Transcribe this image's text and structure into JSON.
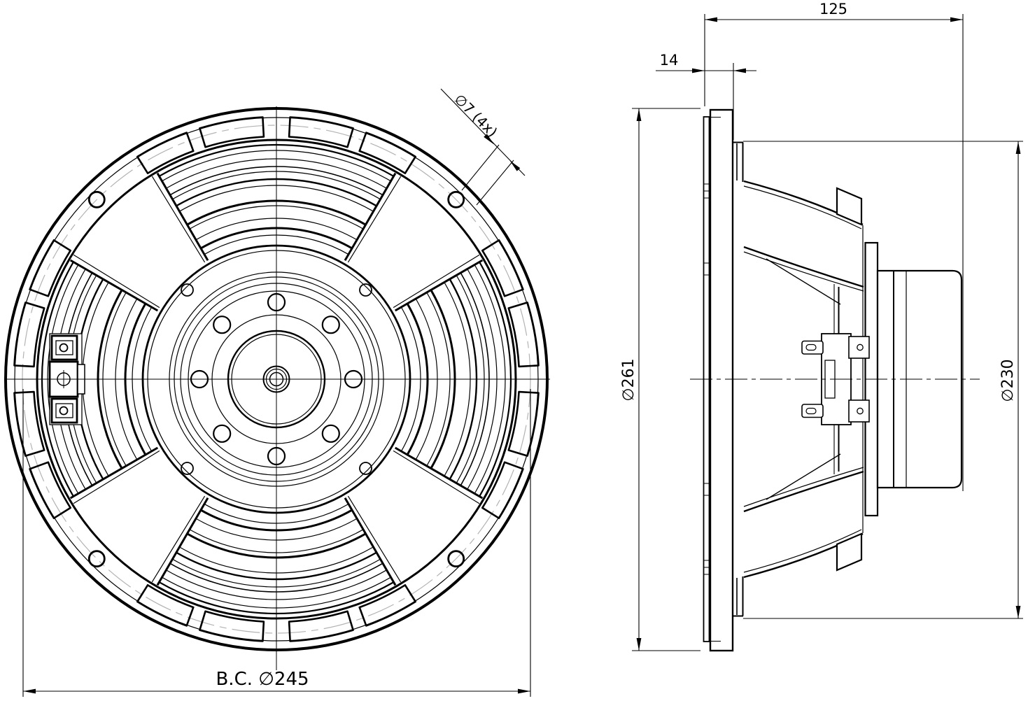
{
  "labels": {
    "hole_callout": "∅7 (4x)",
    "total_depth": "125",
    "front_depth": "14",
    "outer_diameter": "∅261",
    "cutout_diameter": "∅230",
    "bolt_circle": "B.C. ∅245"
  },
  "colors": {
    "line": "#000000",
    "background": "#ffffff",
    "centerline_gray": "#b3b3b3"
  }
}
